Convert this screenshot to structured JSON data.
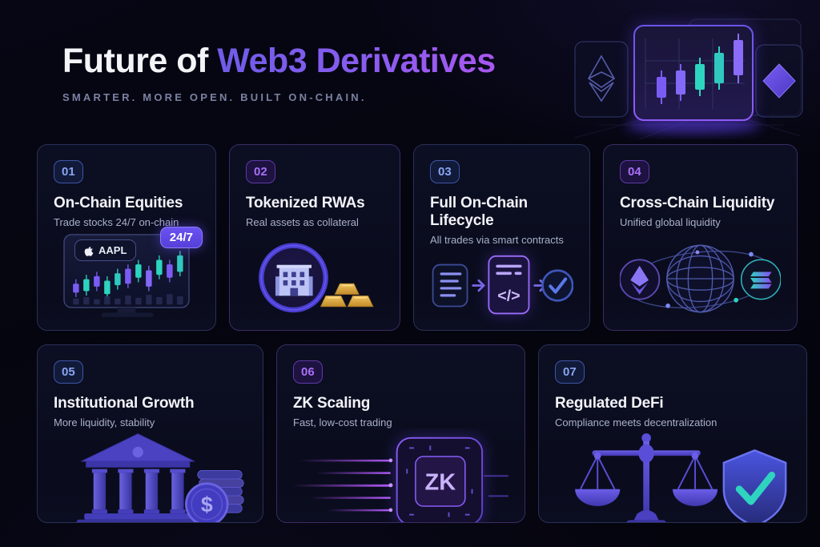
{
  "header": {
    "title_prefix": "Future of",
    "title_highlight": "Web3 Derivatives",
    "tagline": "SMARTER. MORE OPEN. BUILT ON-CHAIN."
  },
  "hero": {
    "icons": [
      "candlestick-chart",
      "ethereum-card",
      "diamond-token-card"
    ]
  },
  "cards": [
    {
      "number": "01",
      "title": "On-Chain Equities",
      "subtitle": "Trade stocks 24/7 on-chain",
      "accent": "blue",
      "art": {
        "ticker": "AAPL",
        "availability": "24/7",
        "icons": [
          "monitor",
          "apple-logo",
          "candlestick-chart"
        ]
      }
    },
    {
      "number": "02",
      "title": "Tokenized RWAs",
      "subtitle": "Real assets as collateral",
      "accent": "purple",
      "art": {
        "icons": [
          "building-coin",
          "gold-bars"
        ]
      }
    },
    {
      "number": "03",
      "title": "Full On-Chain Lifecycle",
      "subtitle": "All trades via smart contracts",
      "accent": "blue",
      "art": {
        "code_glyph": "</>",
        "icons": [
          "document",
          "arrow-right",
          "smart-contract",
          "check-circle"
        ]
      }
    },
    {
      "number": "04",
      "title": "Cross-Chain Liquidity",
      "subtitle": "Unified global liquidity",
      "accent": "purple",
      "art": {
        "icons": [
          "ethereum-coin",
          "wireframe-globe",
          "solana-coin",
          "orbit"
        ]
      }
    },
    {
      "number": "05",
      "title": "Institutional Growth",
      "subtitle": "More liquidity, stability",
      "accent": "blue",
      "art": {
        "coin_symbol": "$",
        "icons": [
          "bank-building",
          "coin-stack",
          "dollar-coin"
        ]
      }
    },
    {
      "number": "06",
      "title": "ZK Scaling",
      "subtitle": "Fast, low-cost trading",
      "accent": "purple",
      "art": {
        "chip_label": "ZK",
        "icons": [
          "speed-lines",
          "zk-chip"
        ]
      }
    },
    {
      "number": "07",
      "title": "Regulated DeFi",
      "subtitle": "Compliance meets decentralization",
      "accent": "blue",
      "art": {
        "icons": [
          "balance-scales",
          "shield-check"
        ]
      }
    }
  ],
  "colors": {
    "background": "#05050f",
    "card_background": "#0b0e20",
    "card_border_blue": "#293055",
    "card_border_purple": "#3a2c63",
    "accent_blue": "#8ba4f2",
    "accent_purple": "#a871f5",
    "title_gradient_start": "#6f5ce8",
    "title_gradient_end": "#a958f0",
    "teal": "#2dd4bf",
    "purple_candle": "#7a5cf5",
    "gold": "#d9a13c",
    "pill_247_bg": "#5c46e4"
  }
}
